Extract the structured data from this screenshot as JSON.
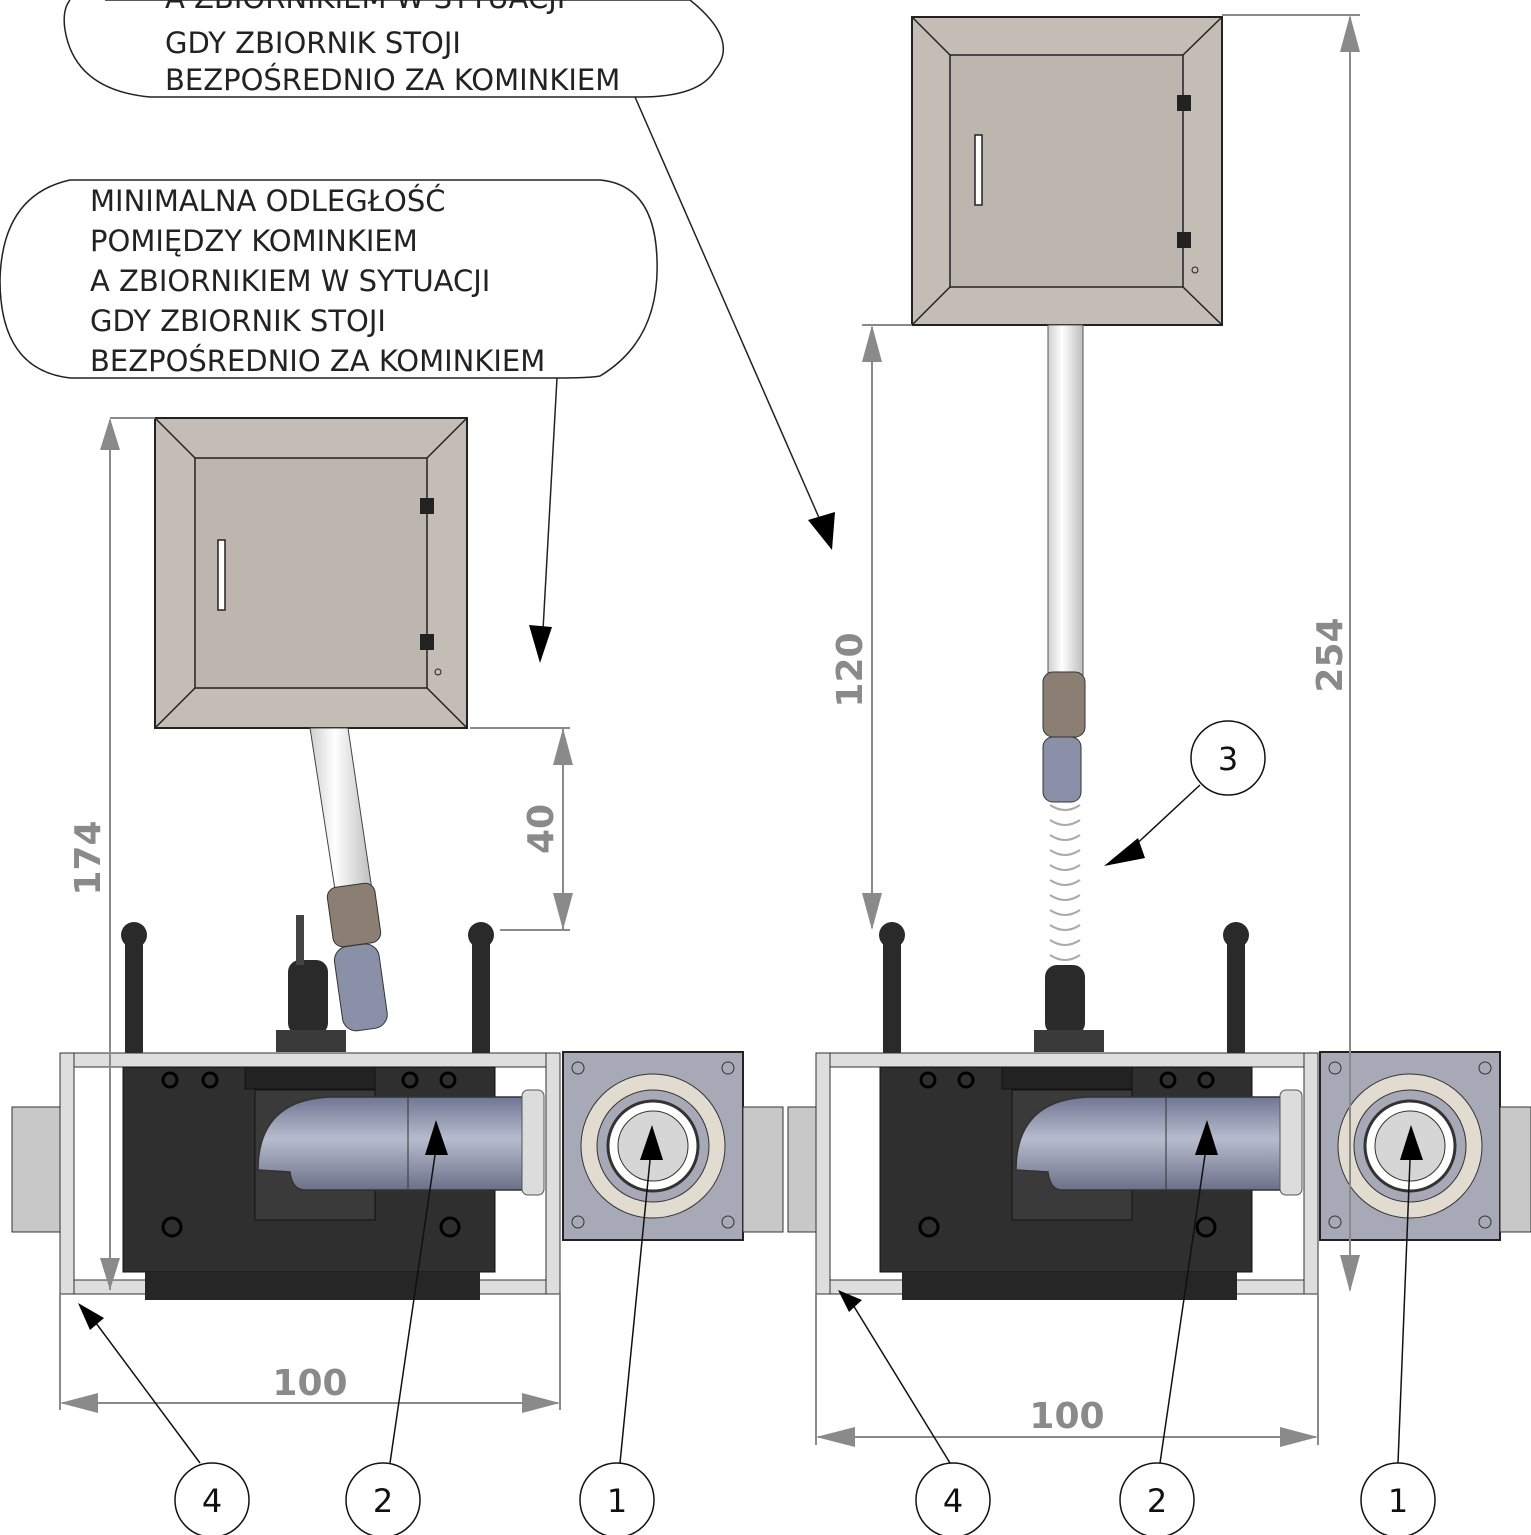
{
  "callouts": {
    "left_lines": [
      "MINIMALNA ODLEGŁOŚĆ",
      "POMIĘDZY KOMINKIEM",
      "A ZBIORNIKIEM W SYTUACJI",
      "GDY ZBIORNIK STOJI",
      "BEZPOŚREDNIO ZA KOMINKIEM"
    ],
    "top_lines": [
      "A ZBIORNIKIEM W SYTUACJI",
      "GDY ZBIORNIK STOJI",
      "BEZPOŚREDNIO ZA KOMINKIEM"
    ]
  },
  "dimensions": {
    "left_height": "174",
    "left_gap": "40",
    "left_width": "100",
    "right_gap": "120",
    "right_height": "254",
    "right_width": "100"
  },
  "balloons": {
    "left": [
      "4",
      "2",
      "1"
    ],
    "right": [
      "4",
      "2",
      "1"
    ],
    "hose": "3"
  },
  "colors": {
    "tank": "#c4bdb5",
    "stove": "#2f2f2f",
    "pipe": "#9aa0b4",
    "chimney": "#a8a9b6",
    "dimension": "#8a8a8a"
  }
}
